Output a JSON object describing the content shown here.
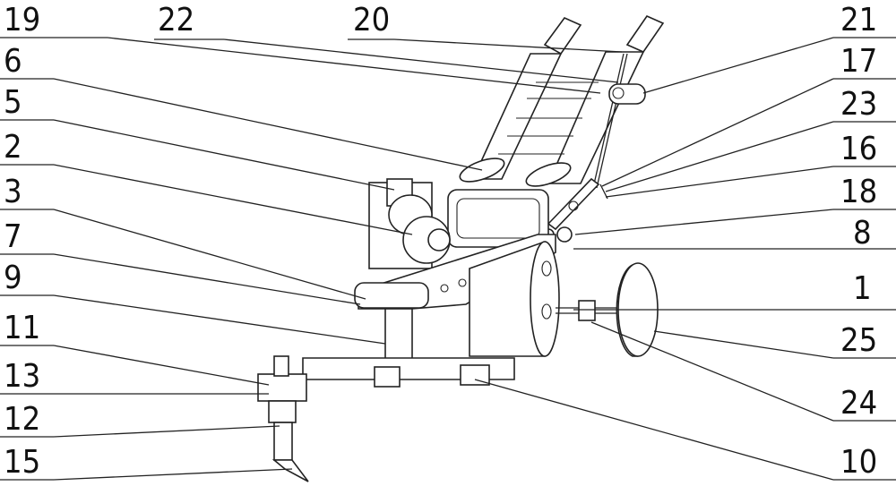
{
  "labels": {
    "l19": "19",
    "l22": "22",
    "l20": "20",
    "l21": "21",
    "l6": "6",
    "l17": "17",
    "l5": "5",
    "l23": "23",
    "l2": "2",
    "l16": "16",
    "l3": "3",
    "l18": "18",
    "l7": "7",
    "l8": "8",
    "l9": "9",
    "l1": "1",
    "l11": "11",
    "l25": "25",
    "l13": "13",
    "l24": "24",
    "l12": "12",
    "l15": "15",
    "l10": "10"
  }
}
